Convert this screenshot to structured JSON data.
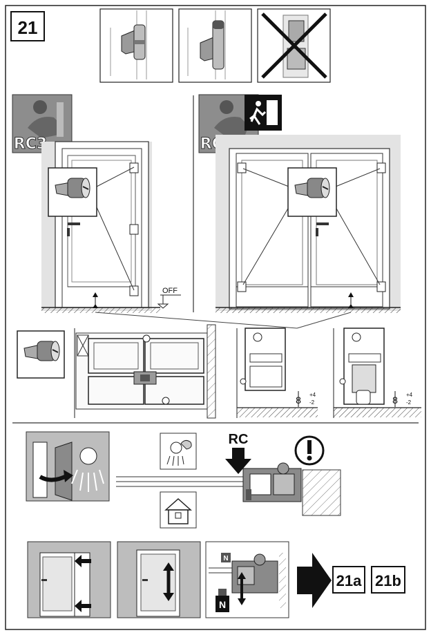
{
  "step": {
    "number": "21"
  },
  "badges": {
    "rc3": "RC3",
    "rc2": "RC2",
    "rc": "RC",
    "off": "OFF",
    "n_top": "N",
    "n_bottom": "N"
  },
  "gap": {
    "base": "8",
    "tol_plus": "+4",
    "tol_minus": "-2"
  },
  "next_steps": [
    "21a",
    "21b"
  ],
  "icons": [
    "hinge-correct-icon",
    "hinge-correct-capped-icon",
    "hinge-wrong-icon",
    "burglar-icon",
    "emergency-exit-icon",
    "roller-pin-icon",
    "weather-icon",
    "house-icon",
    "warning-icon",
    "arrow-right-icon"
  ],
  "colors": {
    "panel_gray": "#c8c8c8",
    "frame_gray": "#d9d9d9",
    "dark": "#1a1a1a"
  }
}
